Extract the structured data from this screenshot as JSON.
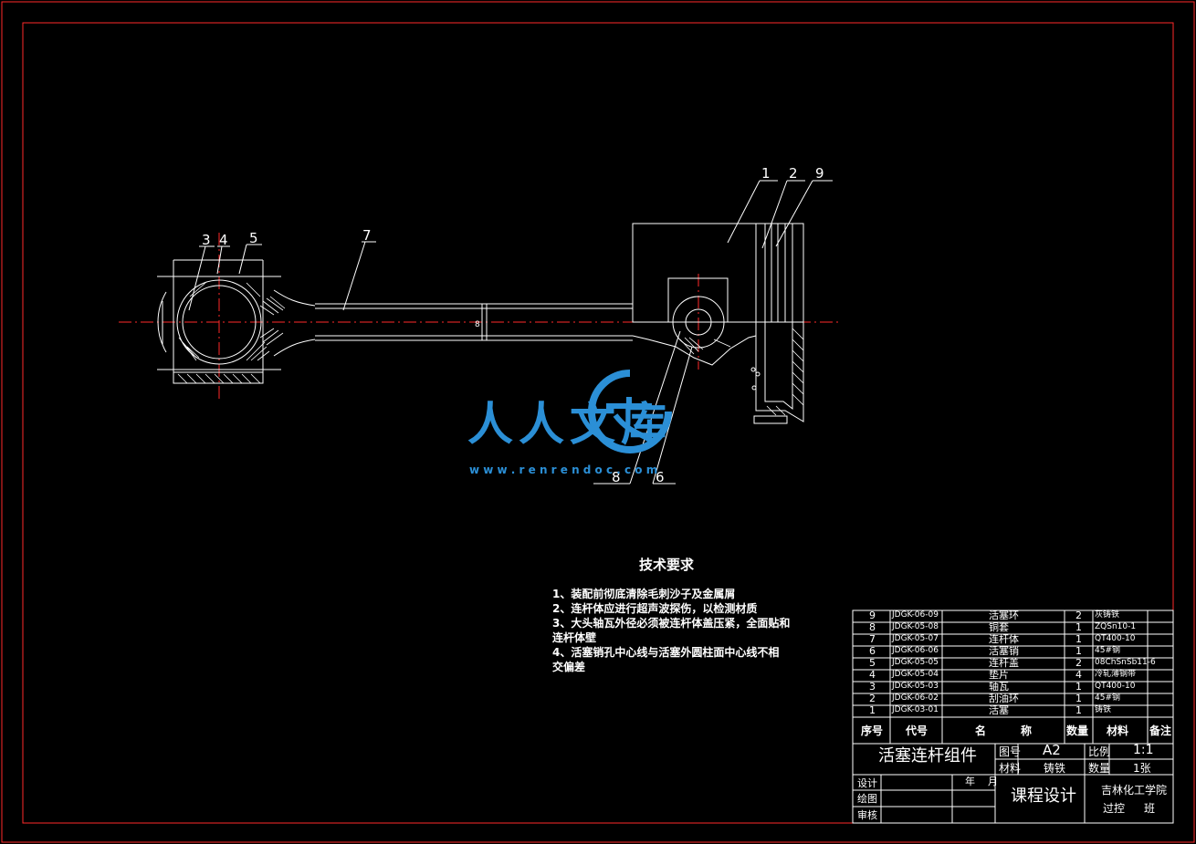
{
  "balloons": {
    "b1": "1",
    "b2": "2",
    "b9": "9",
    "b3": "3",
    "b4": "4",
    "b5": "5",
    "b7": "7",
    "b8": "8",
    "b6": "6",
    "dim": "8"
  },
  "tech": {
    "title": "技术要求",
    "lines": [
      "1、装配前彻底清除毛刺沙子及金属屑",
      "2、连杆体应进行超声波探伤，以检测材质",
      "3、大头轴瓦外径必须被连杆体盖压紧，全面贴和",
      "连杆体壁",
      "4、活塞销孔中心线与活塞外圆柱面中心线不相",
      "交偏差"
    ]
  },
  "bom": {
    "rows": [
      {
        "no": "9",
        "code": "JDGK-06-09",
        "name": "活塞环",
        "qty": "2",
        "mat": "灰铸铁",
        "note": ""
      },
      {
        "no": "8",
        "code": "JDGK-05-08",
        "name": "铜套",
        "qty": "1",
        "mat": "ZQSn10-1",
        "note": ""
      },
      {
        "no": "7",
        "code": "JDGK-05-07",
        "name": "连杆体",
        "qty": "1",
        "mat": "QT400-10",
        "note": ""
      },
      {
        "no": "6",
        "code": "JDGK-06-06",
        "name": "活塞销",
        "qty": "1",
        "mat": "45#钢",
        "note": ""
      },
      {
        "no": "5",
        "code": "JDGK-05-05",
        "name": "连杆盖",
        "qty": "2",
        "mat": "08ChSnSb11-6",
        "note": ""
      },
      {
        "no": "4",
        "code": "JDGK-05-04",
        "name": "垫片",
        "qty": "4",
        "mat": "冷轧薄钢带",
        "note": ""
      },
      {
        "no": "3",
        "code": "JDGK-05-03",
        "name": "轴瓦",
        "qty": "1",
        "mat": "QT400-10",
        "note": ""
      },
      {
        "no": "2",
        "code": "JDGK-06-02",
        "name": "刮油环",
        "qty": "1",
        "mat": "45#钢",
        "note": ""
      },
      {
        "no": "1",
        "code": "JDGK-03-01",
        "name": "活塞",
        "qty": "1",
        "mat": "铸铁",
        "note": ""
      }
    ],
    "header": {
      "no": "序号",
      "code": "代号",
      "name1": "名",
      "name2": "称",
      "qty": "数量",
      "mat": "材料",
      "note": "备注"
    }
  },
  "title_block": {
    "part_name": "活塞连杆组件",
    "drawing_no_label": "图号",
    "drawing_no": "A2",
    "scale_label": "比例",
    "scale": "1:1",
    "material_label": "材料",
    "material": "铸铁",
    "qty_label": "数量",
    "qty": "1张",
    "design": "设计",
    "draw": "绘图",
    "review": "审核",
    "year": "年",
    "month": "月",
    "course": "课程设计",
    "school": "吉林化工学院",
    "class_label1": "过控",
    "class_label2": "班"
  },
  "watermark": {
    "text": "人人文库",
    "url": "w w w . r e n r e n d o c . c o m"
  },
  "colors": {
    "background": "#000000",
    "frame": "#ff2a2a",
    "lines": "#ffffff",
    "watermark": "#2b8fd6"
  }
}
